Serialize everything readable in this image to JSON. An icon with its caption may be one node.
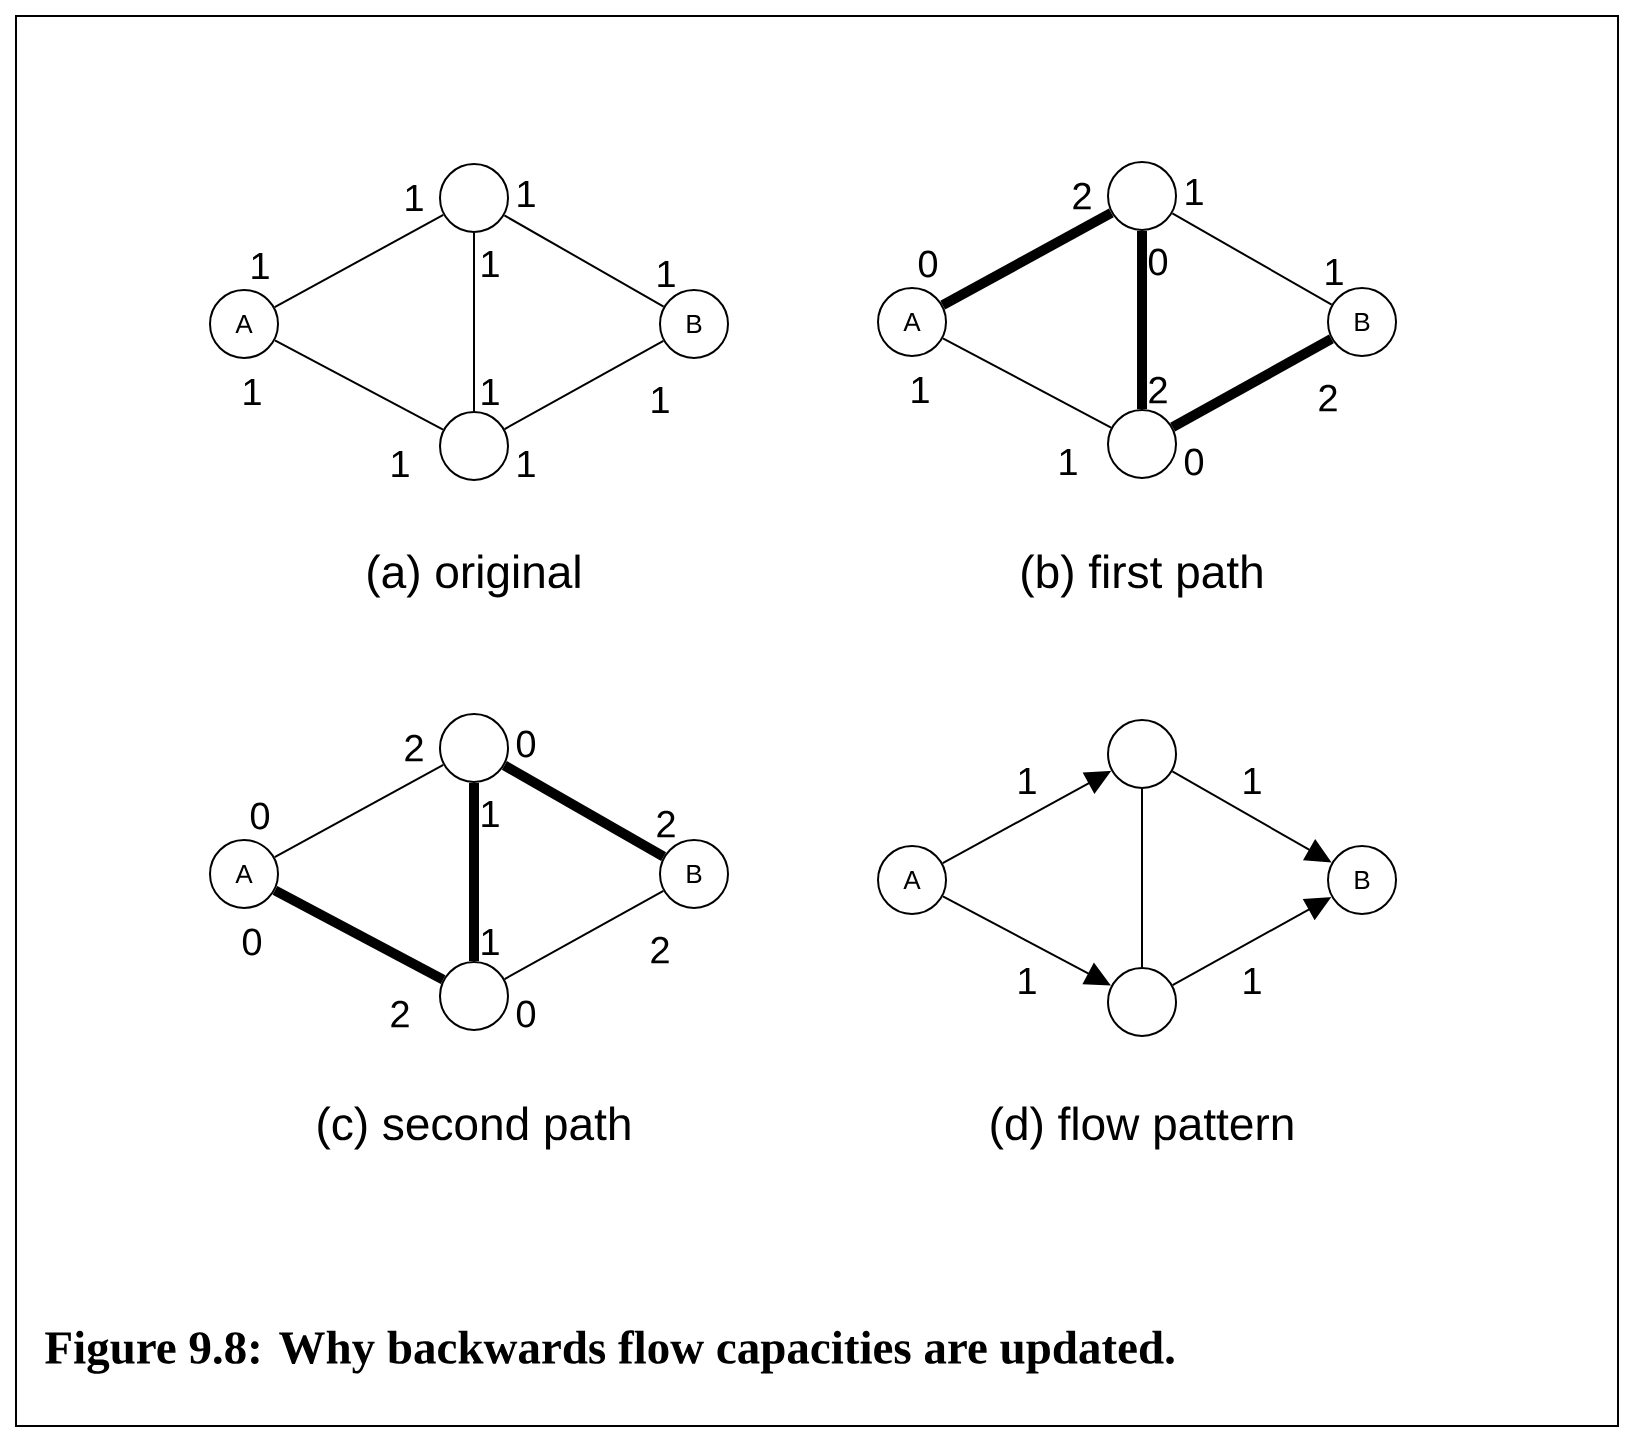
{
  "diagram": {
    "caption": "Figure 9.8: Why backwards flow capacities are updated.",
    "nodes": [
      {
        "text": [
          "A"
        ]
      },
      {
        "text": [],
        "shape": "circle"
      },
      {
        "text": [],
        "shape": "circle"
      },
      {
        "text": [
          "B"
        ]
      },
      {
        "text": [
          "A"
        ]
      },
      {
        "text": [],
        "shape": "circle"
      },
      {
        "text": [],
        "shape": "circle"
      },
      {
        "text": [
          "B"
        ]
      },
      {
        "text": [
          "A"
        ]
      },
      {
        "text": [],
        "shape": "circle"
      },
      {
        "text": [],
        "shape": "circle"
      },
      {
        "text": [
          "B"
        ]
      },
      {
        "text": [
          "A"
        ]
      },
      {
        "text": [],
        "shape": "circle"
      },
      {
        "text": [],
        "shape": "circle"
      },
      {
        "text": [
          "B"
        ]
      }
    ],
    "edges": [
      {
        "from": 0,
        "to": 1,
        "arrow": "none"
      },
      {
        "from": 0,
        "to": 2,
        "arrow": "none"
      },
      {
        "from": 1,
        "to": 2,
        "arrow": "none"
      },
      {
        "from": 1,
        "to": 3,
        "arrow": "none"
      },
      {
        "from": 2,
        "to": 3,
        "arrow": "none"
      },
      {
        "from": 4,
        "to": 5,
        "arrow": "none",
        "style": "thick"
      },
      {
        "from": 4,
        "to": 6,
        "arrow": "none"
      },
      {
        "from": 5,
        "to": 6,
        "arrow": "none",
        "style": "thick"
      },
      {
        "from": 5,
        "to": 7,
        "arrow": "none"
      },
      {
        "from": 6,
        "to": 7,
        "arrow": "none",
        "style": "thick"
      },
      {
        "from": 8,
        "to": 9,
        "arrow": "none"
      },
      {
        "from": 8,
        "to": 10,
        "arrow": "none",
        "style": "thick"
      },
      {
        "from": 9,
        "to": 10,
        "arrow": "none",
        "style": "thick"
      },
      {
        "from": 9,
        "to": 11,
        "arrow": "none",
        "style": "thick"
      },
      {
        "from": 10,
        "to": 11,
        "arrow": "none"
      },
      {
        "from": 12,
        "to": 13,
        "arrow": "to",
        "label": "1"
      },
      {
        "from": 12,
        "to": 14,
        "arrow": "to",
        "label": "1"
      },
      {
        "from": 13,
        "to": 14,
        "arrow": "none"
      },
      {
        "from": 13,
        "to": 15,
        "arrow": "to",
        "label": "1"
      },
      {
        "from": 14,
        "to": 15,
        "arrow": "to",
        "label": "1"
      }
    ],
    "labels": [
      "1",
      "1",
      "1",
      "1",
      "1",
      "1",
      "1",
      "1",
      "1",
      "1",
      "(a) original",
      "2",
      "1",
      "0",
      "0",
      "1",
      "1",
      "2",
      "2",
      "1",
      "0",
      "(b) first path",
      "2",
      "0",
      "0",
      "1",
      "2",
      "0",
      "1",
      "2",
      "2",
      "0",
      "(c) second path",
      "(d) flow pattern"
    ]
  }
}
